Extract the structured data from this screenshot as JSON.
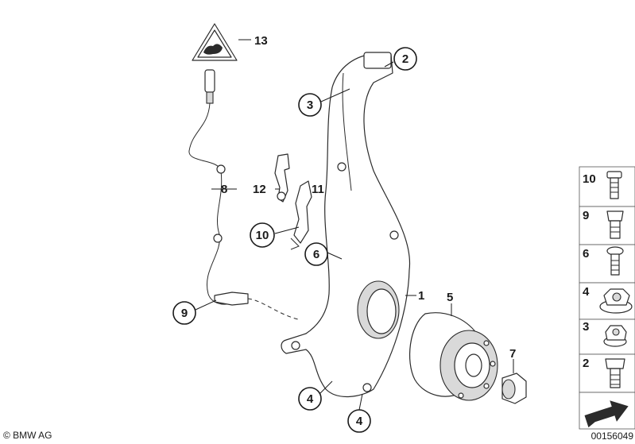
{
  "callouts": [
    {
      "id": "c2",
      "label": "2"
    },
    {
      "id": "c3",
      "label": "3"
    },
    {
      "id": "c10",
      "label": "10"
    },
    {
      "id": "c6",
      "label": "6"
    },
    {
      "id": "c9",
      "label": "9"
    },
    {
      "id": "c4a",
      "label": "4"
    },
    {
      "id": "c4b",
      "label": "4"
    }
  ],
  "plain_labels": {
    "warning_label": "13",
    "sensor_cable": "8",
    "bracket": "12",
    "clip": "11",
    "knuckle": "1",
    "hub": "5",
    "nut": "7"
  },
  "legend": [
    {
      "label": "10",
      "icon": "bolt-icon"
    },
    {
      "label": "9",
      "icon": "short-bolt-icon"
    },
    {
      "label": "6",
      "icon": "screw-icon"
    },
    {
      "label": "4",
      "icon": "flange-nut-icon"
    },
    {
      "label": "3",
      "icon": "hex-nut-icon"
    },
    {
      "label": "2",
      "icon": "hex-bolt-icon"
    },
    {
      "label": "",
      "icon": "arrow-icon"
    }
  ],
  "footer": {
    "copyright": "© BMW AG",
    "part_number": "00156049"
  }
}
